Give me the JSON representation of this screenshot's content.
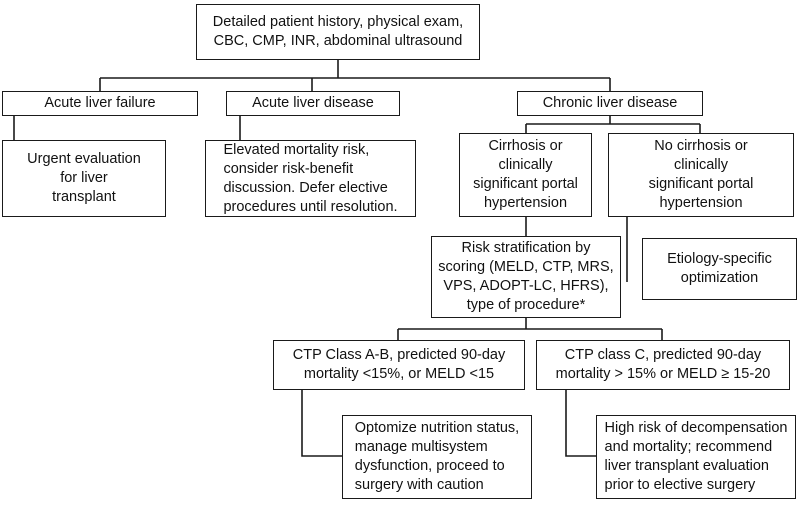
{
  "nodes": {
    "history": "Detailed patient history, physical exam,\nCBC, CMP, INR, abdominal ultrasound",
    "acute_failure": "Acute liver failure",
    "acute_disease": "Acute liver disease",
    "chronic": "Chronic liver disease",
    "urgent_eval": "Urgent evaluation\nfor liver\ntransplant",
    "elevated_risk": "Elevated mortality risk,\nconsider risk-benefit\ndiscussion. Defer elective\nprocedures until resolution.",
    "cirrhosis": "Cirrhosis or\nclinically\nsignificant portal\nhypertension",
    "no_cirrhosis": "No cirrhosis or\nclinically\nsignificant portal\nhypertension",
    "risk_strat": "Risk stratification by\nscoring (MELD, CTP, MRS,\nVPS, ADOPT-LC, HFRS),\ntype of procedure*",
    "etiology": "Etiology-specific\noptimization",
    "ctp_ab": "CTP Class A-B, predicted 90-day\nmortality <15%, or MELD <15",
    "ctp_c": "CTP class C, predicted 90-day\nmortality > 15% or MELD ≥ 15-20",
    "optimize": "Optomize nutrition status,\nmanage multisystem\ndysfunction, proceed to\nsurgery with caution",
    "high_risk": "High risk of decompensation\nand mortality; recommend\nliver transplant evaluation\nprior to elective surgery"
  }
}
